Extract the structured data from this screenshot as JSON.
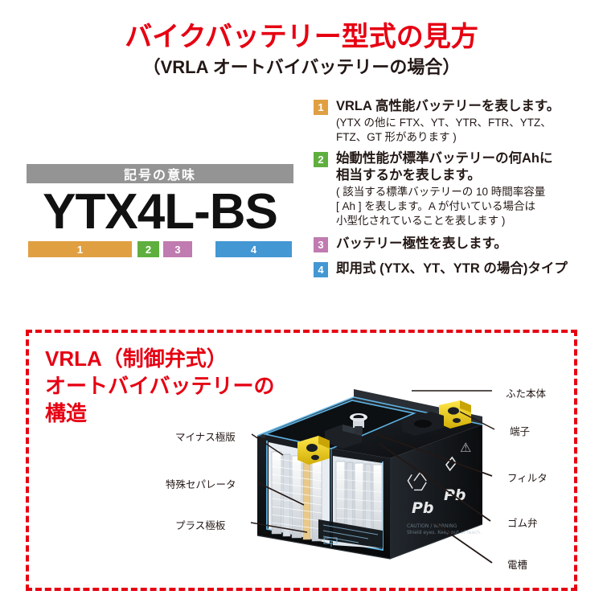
{
  "header": {
    "title": "バイクバッテリー型式の見方",
    "subtitle": "（VRLA オートバイバッテリーの場合）",
    "title_color": "#e60012"
  },
  "code_panel": {
    "head_label": "記号の意味",
    "head_bg": "#949494",
    "model_code": "YTX4L-BS",
    "bars": [
      {
        "label": "1",
        "color": "#e0a042"
      },
      {
        "label": "2",
        "color": "#5faf3f"
      },
      {
        "label": "3",
        "color": "#c07bb0"
      },
      {
        "label": "4",
        "color": "#4397d3"
      }
    ]
  },
  "explanations": [
    {
      "badge": "1",
      "badge_color": "#e0a042",
      "main": "VRLA 高性能バッテリーを表します。",
      "sub": "(YTX の他に FTX、YT、YTR、FTR、YTZ、\nFTZ、GT 形があります )"
    },
    {
      "badge": "2",
      "badge_color": "#5faf3f",
      "main": "始動性能が標準バッテリーの何Ahに\n相当するかを表します。",
      "sub": "( 該当する標準バッテリーの 10 時間率容量\n[ Ah ] を表します。A が付いている場合は\n小型化されていることを表します )"
    },
    {
      "badge": "3",
      "badge_color": "#c07bb0",
      "main": "バッテリー極性を表します。",
      "sub": ""
    },
    {
      "badge": "4",
      "badge_color": "#4397d3",
      "main": "即用式 (YTX、YT、YTR の場合)タイプ",
      "sub": ""
    }
  ],
  "structure": {
    "border_color": "#e60012",
    "title": "VRLA（制御弁式）\nオートバイバッテリーの\n構造",
    "title_color": "#e60012",
    "labels_left": [
      {
        "name": "minus-plate",
        "text": "マイナス極版"
      },
      {
        "name": "special-separator",
        "text": "特殊セパレータ"
      },
      {
        "name": "plus-plate",
        "text": "プラス極板"
      }
    ],
    "labels_right": [
      {
        "name": "lid-body",
        "text": "ふた本体"
      },
      {
        "name": "terminal",
        "text": "端子"
      },
      {
        "name": "filter",
        "text": "フィルタ"
      },
      {
        "name": "rubber-valve",
        "text": "ゴム弁"
      },
      {
        "name": "container",
        "text": "電槽"
      }
    ],
    "battery": {
      "case_color": "#111418",
      "terminal_color": "#f2d22a",
      "plate_color": "#f4f6f8",
      "edge_color": "#5fb4e5",
      "symbols": [
        "Pb",
        "Pb"
      ]
    }
  }
}
